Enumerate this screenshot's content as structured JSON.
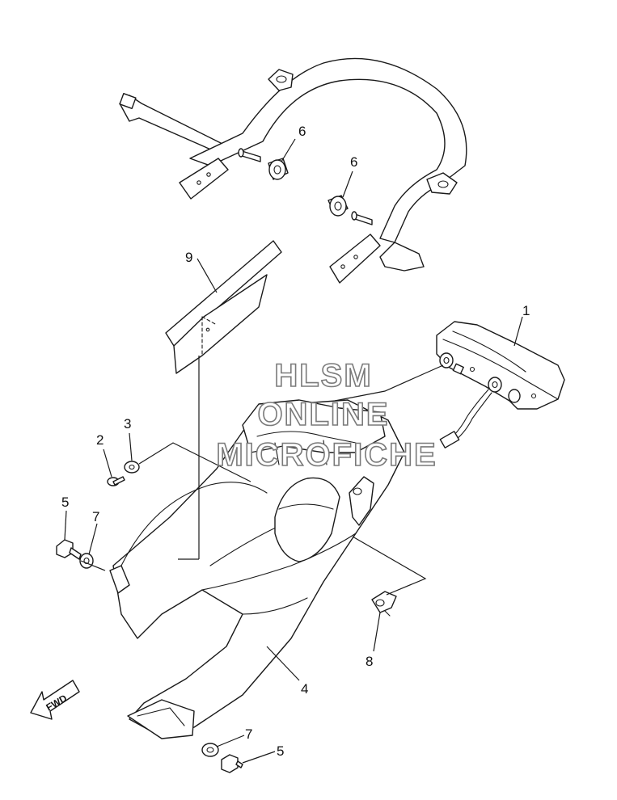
{
  "callouts": {
    "c1": "1",
    "c2": "2",
    "c3": "3",
    "c4": "4",
    "c5a": "5",
    "c5b": "5",
    "c6a": "6",
    "c6b": "6",
    "c7a": "7",
    "c7b": "7",
    "c8": "8",
    "c9": "9"
  },
  "watermark": {
    "line1": "HLSM",
    "line2": "ONLINE",
    "line3": "MICROFICHE"
  },
  "direction_arrow": {
    "label": "FWD"
  }
}
